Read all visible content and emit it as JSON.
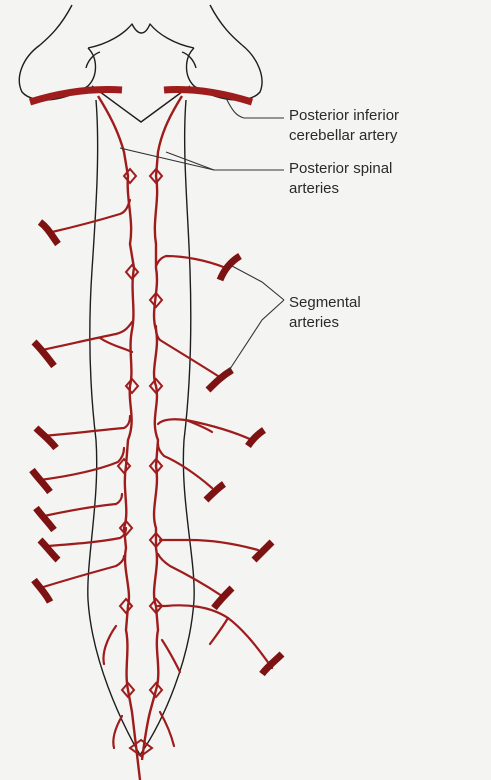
{
  "labels": {
    "pica": {
      "line1": "Posterior inferior",
      "line2": "cerebellar artery"
    },
    "psa": {
      "line1": "Posterior spinal",
      "line2": "arteries"
    },
    "segmental": {
      "line1": "Segmental",
      "line2": "arteries"
    }
  },
  "colors": {
    "artery": "#9e1c1c",
    "artery_dark": "#7d1212",
    "outline": "#1e1e1e",
    "leader": "#333333",
    "background": "#f4f4f2"
  }
}
